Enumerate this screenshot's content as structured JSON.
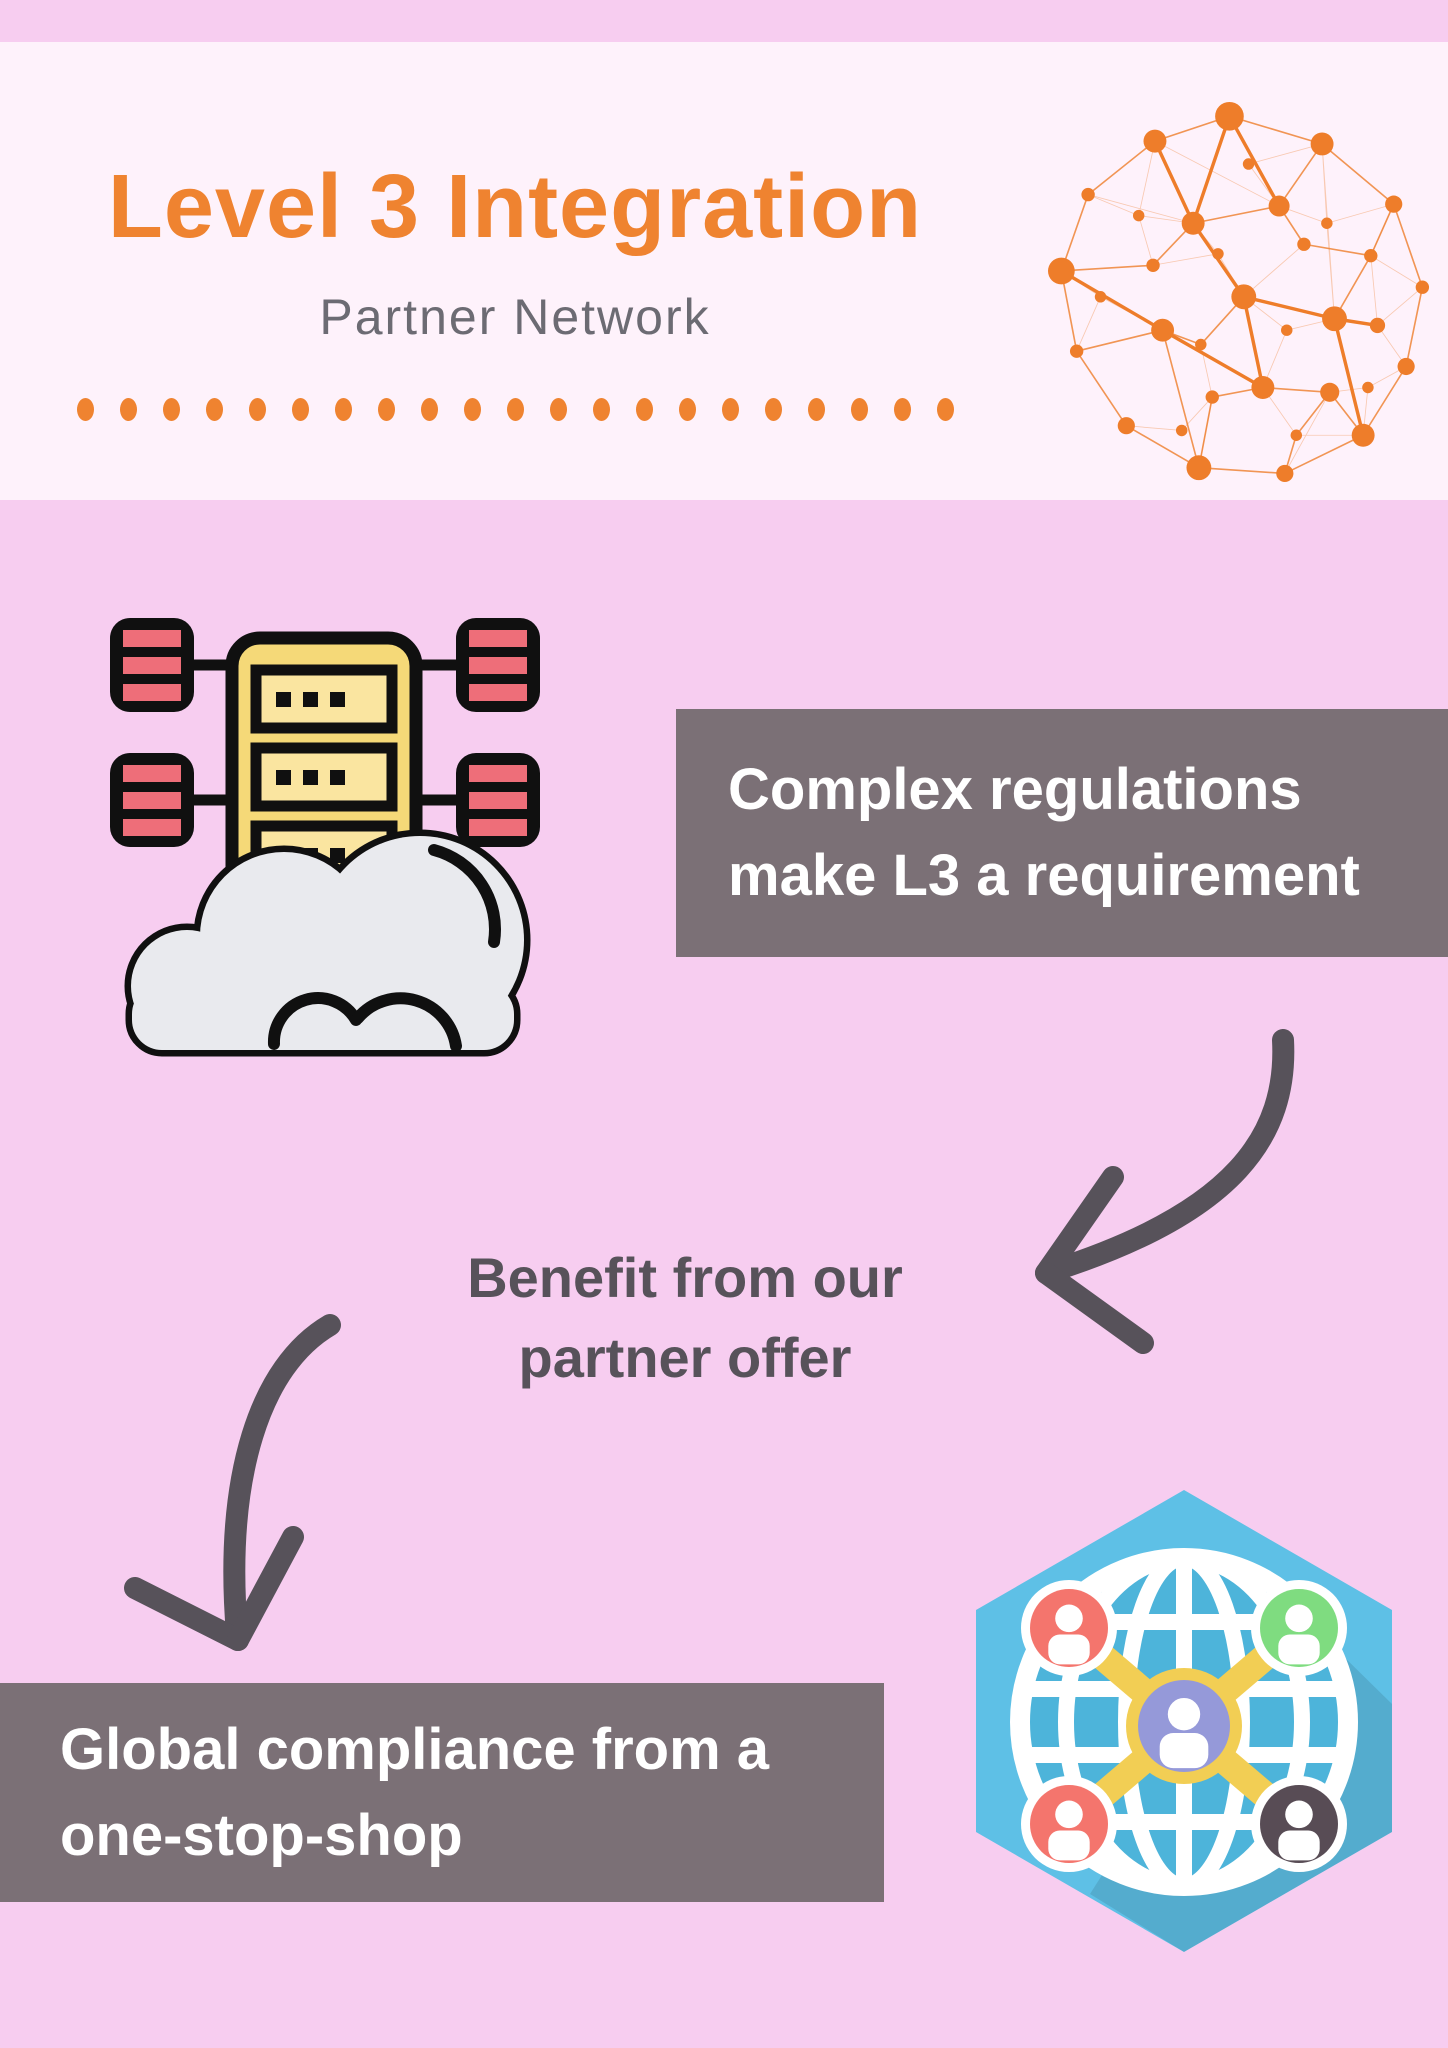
{
  "header": {
    "title": "Level 3 Integration",
    "subtitle": "Partner Network",
    "divider_dot_count": 21
  },
  "steps": {
    "problem": {
      "line1": "Complex regulations",
      "line2": "make L3 a requirement"
    },
    "benefit": {
      "line1": "Benefit from our",
      "line2": "partner offer"
    },
    "solution": {
      "line1": "Global compliance from a",
      "line2": "one-stop-shop"
    }
  },
  "icons": {
    "header_icon": "network-sphere-icon",
    "problem_icon": "server-cloud-icon",
    "flow_icon_1": "curved-arrow-down-left-icon",
    "flow_icon_2": "curved-arrow-down-icon",
    "solution_icon": "global-network-hexagon-icon"
  },
  "colors": {
    "background_pink": "#F7CDF0",
    "header_background": "#FEF2FB",
    "accent_orange": "#EF8330",
    "callout_gray": "#7B7076",
    "arrow_gray": "#57525A",
    "subtitle_gray": "#6C6B73",
    "callout_text": "#FFFFFF",
    "server_yellow": "#F5D978",
    "server_panel_yellow": "#FAE5A0",
    "server_red": "#EE6E79",
    "cloud_gray": "#E9EAEE",
    "hexagon_blue": "#5EC0E6",
    "globe_blue": "#4DB4DA",
    "connector_yellow": "#F2CE54",
    "person_purple": "#9599D9",
    "person_red": "#F4756D",
    "person_green": "#7FDC80",
    "person_dark": "#584C55"
  }
}
